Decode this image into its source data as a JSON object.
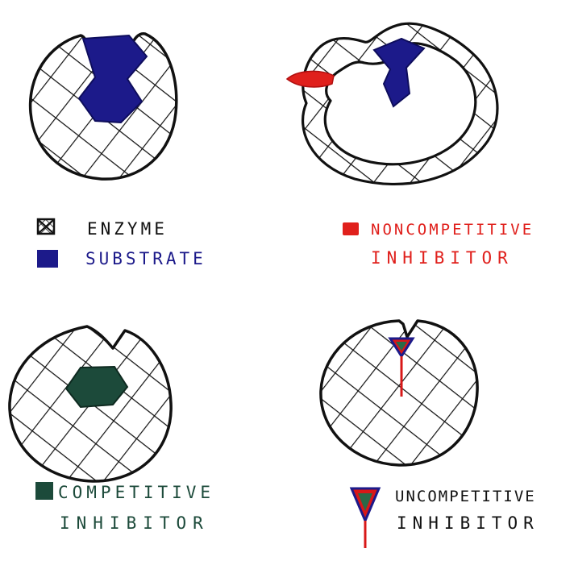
{
  "legend": {
    "enzyme": "ENZYME",
    "substrate": "SUBSTRATE",
    "noncompetitive_line1": "NONCOMPETITIVE",
    "noncompetitive_line2": "INHIBITOR",
    "competitive_line1": "COMPETITIVE",
    "competitive_line2": "INHIBITOR",
    "uncompetitive_line1": "UNCOMPETITIVE",
    "uncompetitive_line2": "INHIBITOR"
  },
  "colors": {
    "ink": "#111111",
    "substrate": "#1c1a8a",
    "noncompetitive": "#e0201c",
    "competitive": "#1c4a3a",
    "uncompetitive_red": "#d81818",
    "uncompetitive_green": "#2a6a48",
    "uncompetitive_blue": "#1c1a8a"
  }
}
